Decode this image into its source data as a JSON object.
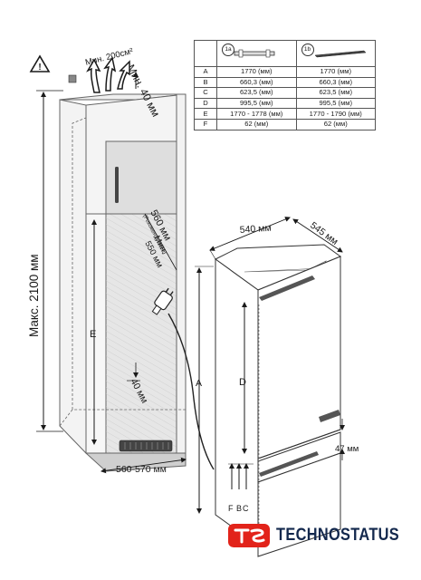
{
  "warning": {
    "min_area": "Мин. 200см²",
    "min_gap_top": "Мин. 40 мм"
  },
  "cabinet": {
    "max_height": "Макс. 2100 мм",
    "niche_depth_label": "560 мм",
    "niche_depth_note": "(Рекомендуемое)",
    "min_depth_label": "Мин.",
    "min_depth_value": "550 мм",
    "gap_40": "40 мм",
    "niche_width": "560-570 мм",
    "label_e": "E"
  },
  "fridge": {
    "width": "540 мм",
    "depth": "545 мм",
    "gap_47": "47 мм",
    "label_a": "A",
    "label_d": "D",
    "label_f": "F",
    "label_b": "B",
    "label_c": "C"
  },
  "table": {
    "col1_badge": "1a",
    "col2_badge": "1b",
    "rows": [
      {
        "label": "A",
        "v1": "1770 (мм)",
        "v2": "1770 (мм)"
      },
      {
        "label": "B",
        "v1": "660,3 (мм)",
        "v2": "660,3 (мм)"
      },
      {
        "label": "C",
        "v1": "623,5 (мм)",
        "v2": "623,5 (мм)"
      },
      {
        "label": "D",
        "v1": "995,5 (мм)",
        "v2": "995,5 (мм)"
      },
      {
        "label": "E",
        "v1": "1770 - 1778 (мм)",
        "v2": "1770 - 1790 (мм)"
      },
      {
        "label": "F",
        "v1": "62 (мм)",
        "v2": "62 (мм)"
      }
    ]
  },
  "brand": {
    "name": "TECHNOSTATUS"
  },
  "colors": {
    "logo_red": "#e2231a",
    "logo_navy": "#13284d",
    "niche_fill": "#e6e6e6",
    "hinge_arrow": "#333333"
  }
}
